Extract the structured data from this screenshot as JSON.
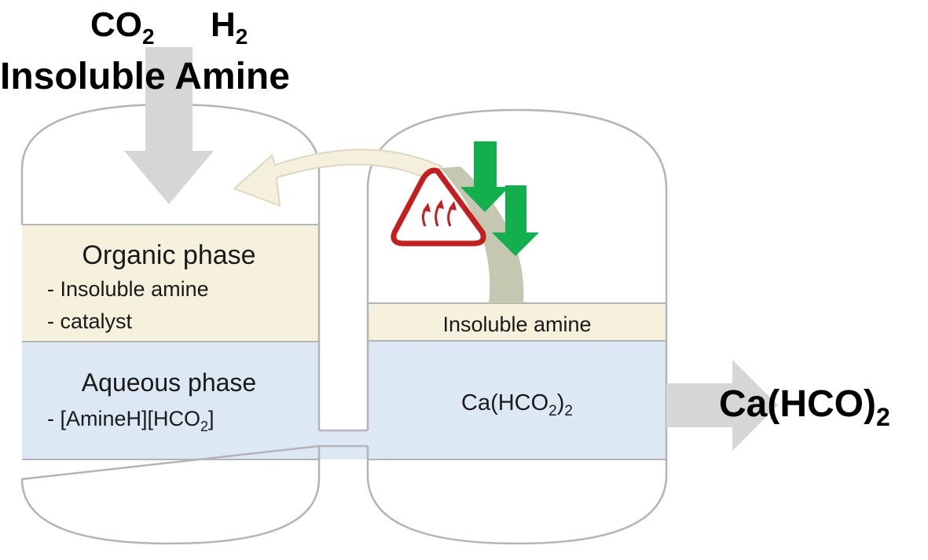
{
  "inputs": {
    "co2": {
      "base": "CO",
      "sub": "2"
    },
    "h2": {
      "base": "H",
      "sub": "2"
    },
    "amine": "Insoluble Amine"
  },
  "left_vessel": {
    "organic": {
      "title": "Organic phase",
      "items": [
        "- Insoluble amine",
        "- catalyst"
      ]
    },
    "aqueous": {
      "title": "Aqueous phase",
      "item_prefix": "- [AmineH][HCO",
      "item_sub": "2",
      "item_suffix": "]"
    }
  },
  "right_vessel": {
    "organic_label": "Insoluble amine",
    "aqueous": {
      "base": "Ca(HCO",
      "sub1": "2",
      "mid": ")",
      "sub2": "2"
    }
  },
  "output": {
    "base": "Ca(HCO)",
    "sub": "2"
  },
  "icons": [
    "heat-warning-icon",
    "cooling-arrow-icon"
  ],
  "colors": {
    "organic_phase": "#f6f1dc",
    "aqueous_phase": "#dde8f5",
    "vessel_outline": "#b4b4b4",
    "gray_arrow": "#d6d6d6",
    "recycle_arrow": "#f4f0dd",
    "green_arrow": "#11b04c",
    "heat_icon": "#c41e1e"
  }
}
